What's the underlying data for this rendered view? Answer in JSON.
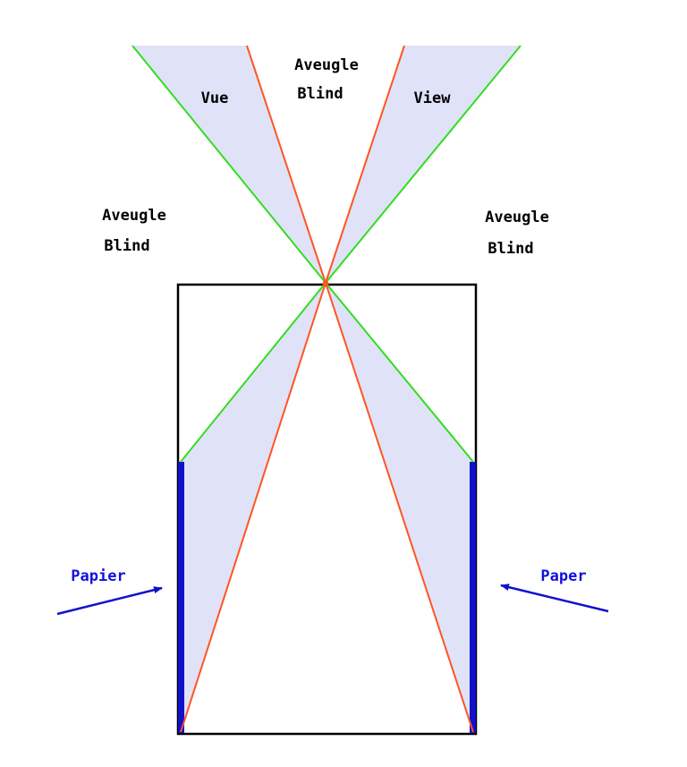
{
  "labels": {
    "top_center_fr": "Aveugle",
    "top_center_en": "Blind",
    "view_left": "Vue",
    "view_right": "View",
    "left_fr": "Aveugle",
    "left_en": "Blind",
    "right_fr": "Aveugle",
    "right_en": "Blind",
    "paper_left": "Papier",
    "paper_right": "Paper"
  },
  "colors": {
    "view_fill": "#e0e2f7",
    "green_ray": "#33dd22",
    "orange_ray": "#ff5522",
    "paper": "#1111cc",
    "box": "#000000",
    "blue_text": "#1111dd"
  }
}
